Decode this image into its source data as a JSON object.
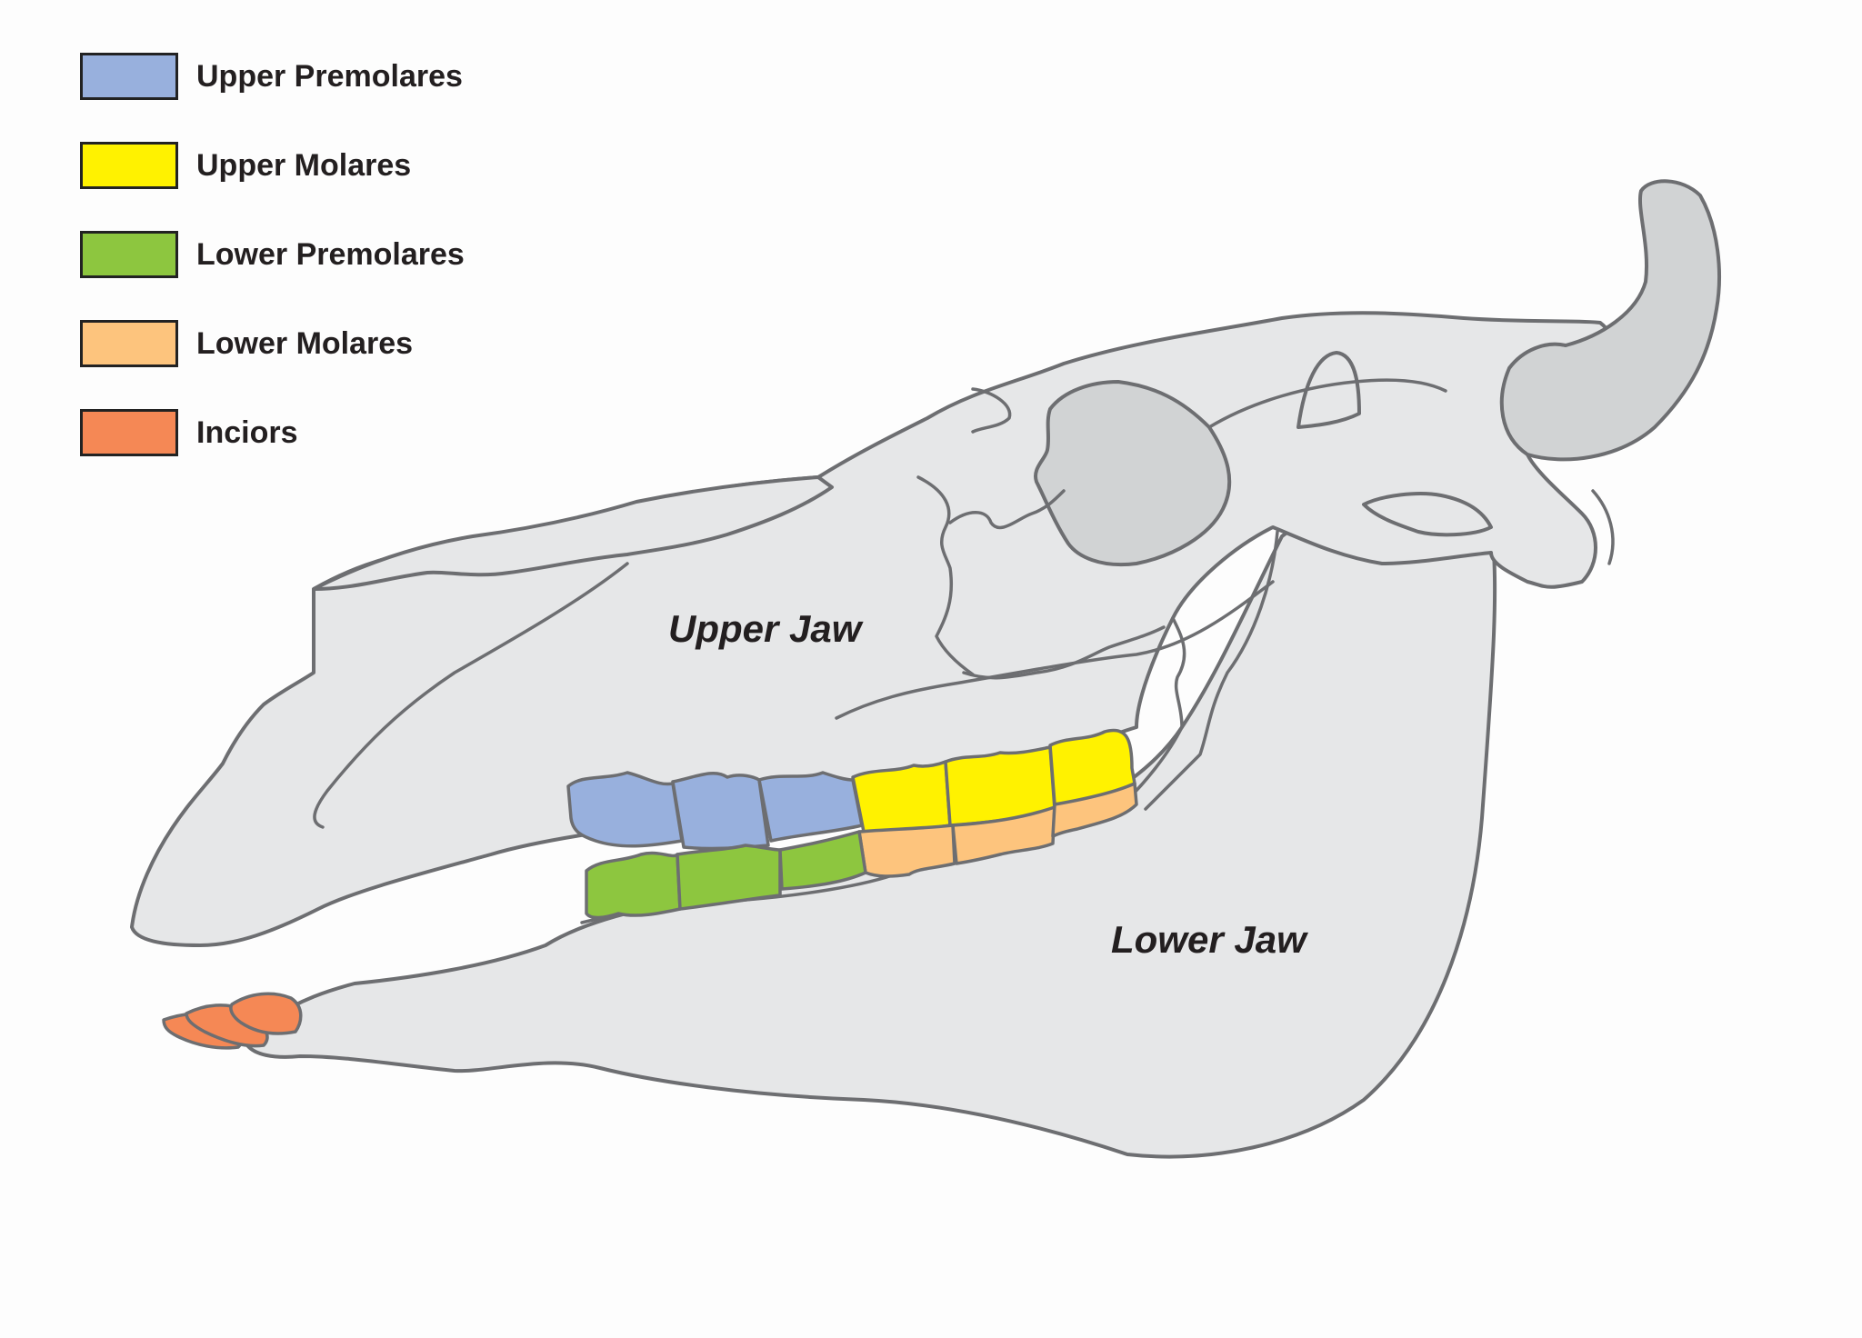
{
  "legend": {
    "items": [
      {
        "label": "Upper Premolares",
        "color": "#98b0dd"
      },
      {
        "label": "Upper Molares",
        "color": "#fff200"
      },
      {
        "label": "Lower Premolares",
        "color": "#8dc63f"
      },
      {
        "label": "Lower Molares",
        "color": "#fdc47d"
      },
      {
        "label": "Inciors",
        "color": "#f58855"
      }
    ]
  },
  "labels": {
    "upper_jaw": "Upper Jaw",
    "lower_jaw": "Lower Jaw"
  },
  "colors": {
    "bone_fill": "#e6e7e8",
    "bone_outline": "#6d6e71",
    "cavity_fill": "#d1d3d4"
  }
}
